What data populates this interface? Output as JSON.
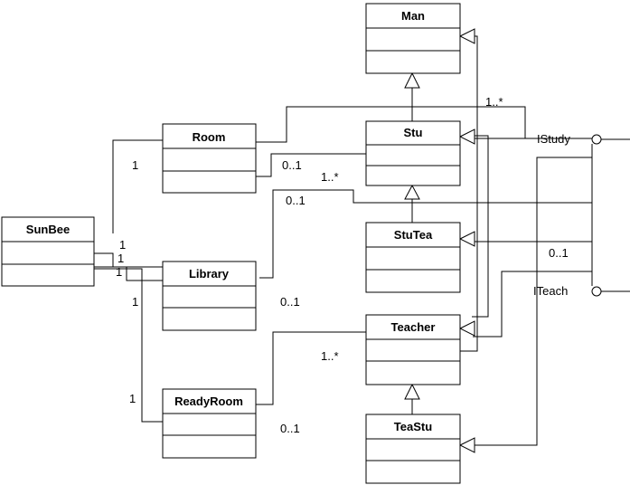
{
  "classes": {
    "man": "Man",
    "stu": "Stu",
    "stutea": "StuTea",
    "teacher": "Teacher",
    "teastu": "TeaStu",
    "room": "Room",
    "library": "Library",
    "readyroom": "ReadyRoom",
    "sunbee": "SunBee"
  },
  "interfaces": {
    "istudy": "IStudy",
    "iteach": "ITeach"
  },
  "multiplicities": {
    "m_1_star_stu": "1..*",
    "m_1_room": "1",
    "m_01_room": "0..1",
    "m_1_star_lib": "1..*",
    "m_01_lib_top": "0..1",
    "m_1_sunbee_a": "1",
    "m_1_sunbee_b": "1",
    "m_1_sunbee_c": "1",
    "m_1_sunbee_lib": "1",
    "m_01_stutea": "0..1",
    "m_01_lib": "0..1",
    "m_1_star_teacher": "1..*",
    "m_1_ready": "1",
    "m_01_ready": "0..1"
  }
}
